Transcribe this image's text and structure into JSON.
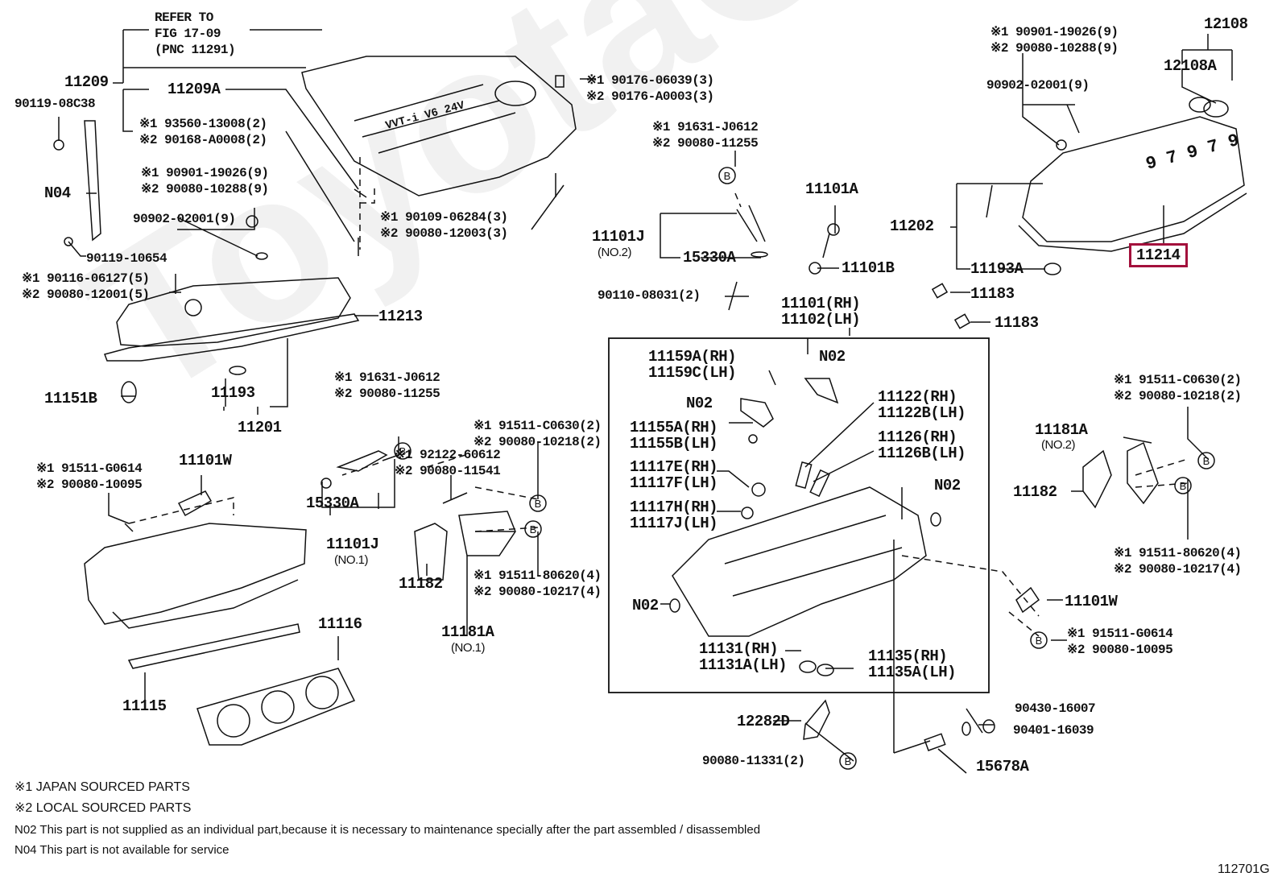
{
  "figure": {
    "id": "112701G",
    "highlighted_part": "11214",
    "highlight_color": "#a3103c",
    "watermark": "ToyotaCarParts"
  },
  "labels": {
    "refer": "REFER TO\nFIG 17-09\n(PNC 11291)",
    "p11209": "11209",
    "p11209A": "11209A",
    "p90119_08C38": "90119-08C38",
    "fast_93560": "※1 93560-13008(2)\n※2 90168-A0008(2)",
    "fast_90176": "※1 90176-06039(3)\n※2 90176-A0003(3)",
    "fast_90109": "※1 90109-06284(3)\n※2 90080-12003(3)",
    "pN04": "N04",
    "fast_90901_L": "※1 90901-19026(9)\n※2 90080-10288(9)",
    "p90902_L": "90902-02001(9)",
    "p90119_10654": "90119-10654",
    "fast_90116": "※1 90116-06127(5)\n※2 90080-12001(5)",
    "p11213": "11213",
    "p11151B": "11151B",
    "p11193": "11193",
    "p11201": "11201",
    "fast_91631_top": "※1 91631-J0612\n※2 90080-11255",
    "p11101J_2": "11101J",
    "no2_a": "(NO.2)",
    "p15330A_top": "15330A",
    "p90110": "90110-08031(2)",
    "p11101A": "11101A",
    "p11101B": "11101B",
    "p11101": "11101(RH)\n11102(LH)",
    "fast_90901_R": "※1 90901-19026(9)\n※2 90080-10288(9)",
    "p90902_R": "90902-02001(9)",
    "p12108": "12108",
    "p12108A": "12108A",
    "p11202": "11202",
    "p11193A": "11193A",
    "p11214": "11214",
    "p11183_a": "11183",
    "p11183_b": "11183",
    "p11159": "11159A(RH)\n11159C(LH)",
    "pN02_a": "N02",
    "pN02_b": "N02",
    "pN02_c": "N02",
    "pN02_d": "N02",
    "p11155": "11155A(RH)\n11155B(LH)",
    "p11117E": "11117E(RH)\n11117F(LH)",
    "p11117H": "11117H(RH)\n11117J(LH)",
    "p11122": "11122(RH)\n11122B(LH)",
    "p11126": "11126(RH)\n11126B(LH)",
    "p11131": "11131(RH)\n11131A(LH)",
    "p11135": "11135(RH)\n11135A(LH)",
    "fast_91631_mid": "※1 91631-J0612\n※2 90080-11255",
    "fast_92122": "※1 92122-60612\n※2 90080-11541",
    "p15330A_mid": "15330A",
    "p11101J_1": "11101J",
    "no1_a": "(NO.1)",
    "fast_91511_C_mid": "※1 91511-C0630(2)\n※2 90080-10218(2)",
    "fast_91511_8_mid": "※1 91511-80620(4)\n※2 90080-10217(4)",
    "p11182_mid": "11182",
    "p11181A_mid": "11181A",
    "no1_b": "(NO.1)",
    "fast_91511_G_L": "※1 91511-G0614\n※2 90080-10095",
    "p11101W_L": "11101W",
    "p11116": "11116",
    "p11115": "11115",
    "fast_91511_C_R": "※1 91511-C0630(2)\n※2 90080-10218(2)",
    "p11181A_R": "11181A",
    "no2_b": "(NO.2)",
    "p11182_R": "11182",
    "fast_91511_8_R": "※1 91511-80620(4)\n※2 90080-10217(4)",
    "p11101W_R": "11101W",
    "fast_91511_G_R": "※1 91511-G0614\n※2 90080-10095",
    "p12282D": "12282D",
    "p90080_11331": "90080-11331(2)",
    "p90430": "90430-16007",
    "p90401": "90401-16039",
    "p15678A": "15678A",
    "B": "B"
  },
  "footnotes": {
    "n1": "※1 JAPAN SOURCED PARTS",
    "n2": "※2 LOCAL SOURCED PARTS",
    "n3": "N02 This part is not supplied as an individual part,because it is necessary to maintenance specially after the part assembled / disassembled",
    "n4": "N04 This part is not available for service"
  }
}
